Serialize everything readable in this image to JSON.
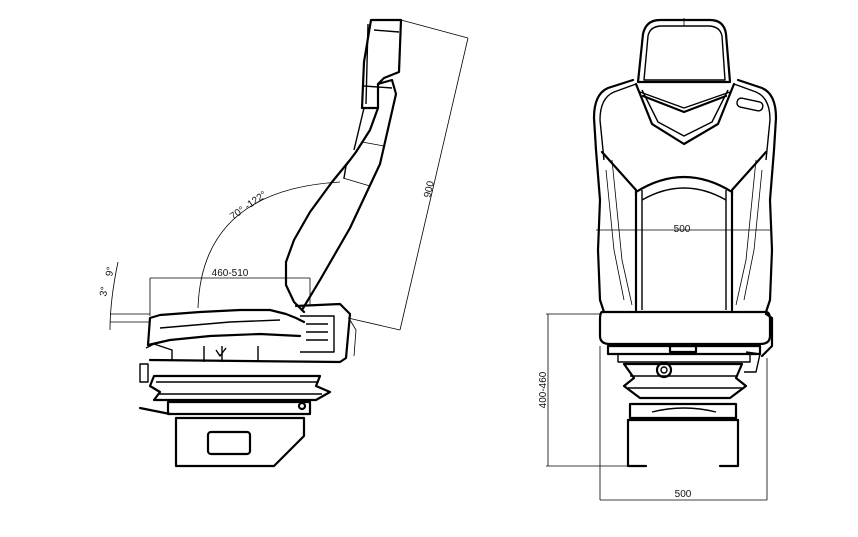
{
  "drawing": {
    "subject": "Suspension seat technical drawing",
    "views": [
      {
        "name": "side-view",
        "dimensions": {
          "backrest_angle": "70° -122°",
          "seat_depth": "460-510",
          "cushion_tilt_upper": "9°",
          "cushion_tilt_lower": "3°",
          "backrest_height": "900"
        }
      },
      {
        "name": "front-view",
        "dimensions": {
          "backrest_width": "500",
          "seat_height": "400-460",
          "base_width": "500"
        }
      }
    ]
  },
  "side": {
    "angle_label": "70° -122°",
    "depth_label": "460-510",
    "tilt_9": "9°",
    "tilt_3": "3°",
    "height_label": "900"
  },
  "front": {
    "width_label": "500",
    "height_label": "400-460",
    "base_label": "500"
  }
}
